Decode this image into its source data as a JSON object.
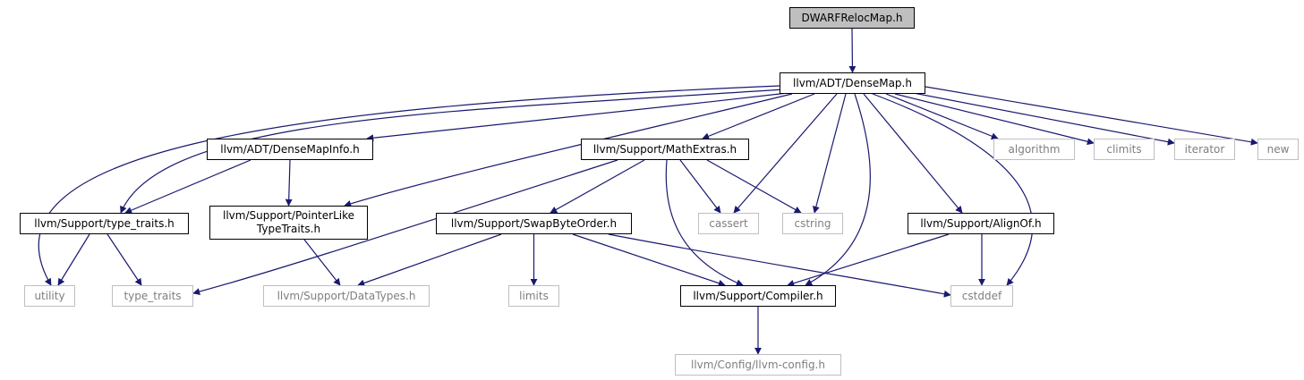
{
  "graph": {
    "colors": {
      "edge": "#191970",
      "local_border": "#000000",
      "system_border": "#bfbfbf",
      "system_text": "#7f7f7f",
      "root_fill": "#bfbfbf"
    },
    "nodes": [
      {
        "id": "dwarfrelocmap",
        "label": "DWARFRelocMap.h",
        "kind": "root"
      },
      {
        "id": "densemap",
        "label": "llvm/ADT/DenseMap.h",
        "kind": "local"
      },
      {
        "id": "densemapinfo",
        "label": "llvm/ADT/DenseMapInfo.h",
        "kind": "local"
      },
      {
        "id": "mathextras",
        "label": "llvm/Support/MathExtras.h",
        "kind": "local"
      },
      {
        "id": "algorithm",
        "label": "algorithm",
        "kind": "system"
      },
      {
        "id": "climits",
        "label": "climits",
        "kind": "system"
      },
      {
        "id": "iterator",
        "label": "iterator",
        "kind": "system"
      },
      {
        "id": "new",
        "label": "new",
        "kind": "system"
      },
      {
        "id": "typetraits_h",
        "label": "llvm/Support/type_traits.h",
        "kind": "local"
      },
      {
        "id": "pointerlike",
        "label": "llvm/Support/PointerLike\nTypeTraits.h",
        "kind": "local"
      },
      {
        "id": "swapbyteorder",
        "label": "llvm/Support/SwapByteOrder.h",
        "kind": "local"
      },
      {
        "id": "cassert",
        "label": "cassert",
        "kind": "system"
      },
      {
        "id": "cstring",
        "label": "cstring",
        "kind": "system"
      },
      {
        "id": "alignof",
        "label": "llvm/Support/AlignOf.h",
        "kind": "local"
      },
      {
        "id": "utility",
        "label": "utility",
        "kind": "system"
      },
      {
        "id": "type_traits",
        "label": "type_traits",
        "kind": "system"
      },
      {
        "id": "datatypes",
        "label": "llvm/Support/DataTypes.h",
        "kind": "system"
      },
      {
        "id": "limits",
        "label": "limits",
        "kind": "system"
      },
      {
        "id": "compiler",
        "label": "llvm/Support/Compiler.h",
        "kind": "local"
      },
      {
        "id": "cstddef",
        "label": "cstddef",
        "kind": "system"
      },
      {
        "id": "llvmconfig",
        "label": "llvm/Config/llvm-config.h",
        "kind": "system"
      }
    ],
    "edges": [
      {
        "from": "dwarfrelocmap",
        "to": "densemap"
      },
      {
        "from": "densemap",
        "to": "utility"
      },
      {
        "from": "densemap",
        "to": "typetraits_h"
      },
      {
        "from": "densemap",
        "to": "densemapinfo"
      },
      {
        "from": "densemap",
        "to": "pointerlike"
      },
      {
        "from": "densemap",
        "to": "mathextras"
      },
      {
        "from": "densemap",
        "to": "cassert"
      },
      {
        "from": "densemap",
        "to": "cstring"
      },
      {
        "from": "densemap",
        "to": "compiler"
      },
      {
        "from": "densemap",
        "to": "alignof"
      },
      {
        "from": "densemap",
        "to": "cstddef"
      },
      {
        "from": "densemap",
        "to": "algorithm"
      },
      {
        "from": "densemap",
        "to": "climits"
      },
      {
        "from": "densemap",
        "to": "iterator"
      },
      {
        "from": "densemap",
        "to": "new"
      },
      {
        "from": "densemapinfo",
        "to": "typetraits_h"
      },
      {
        "from": "densemapinfo",
        "to": "pointerlike"
      },
      {
        "from": "mathextras",
        "to": "type_traits"
      },
      {
        "from": "mathextras",
        "to": "swapbyteorder"
      },
      {
        "from": "mathextras",
        "to": "compiler"
      },
      {
        "from": "mathextras",
        "to": "cassert"
      },
      {
        "from": "mathextras",
        "to": "cstring"
      },
      {
        "from": "typetraits_h",
        "to": "utility"
      },
      {
        "from": "typetraits_h",
        "to": "type_traits"
      },
      {
        "from": "pointerlike",
        "to": "datatypes"
      },
      {
        "from": "swapbyteorder",
        "to": "datatypes"
      },
      {
        "from": "swapbyteorder",
        "to": "limits"
      },
      {
        "from": "swapbyteorder",
        "to": "compiler"
      },
      {
        "from": "swapbyteorder",
        "to": "cstddef"
      },
      {
        "from": "alignof",
        "to": "compiler"
      },
      {
        "from": "alignof",
        "to": "cstddef"
      },
      {
        "from": "compiler",
        "to": "llvmconfig"
      }
    ]
  }
}
